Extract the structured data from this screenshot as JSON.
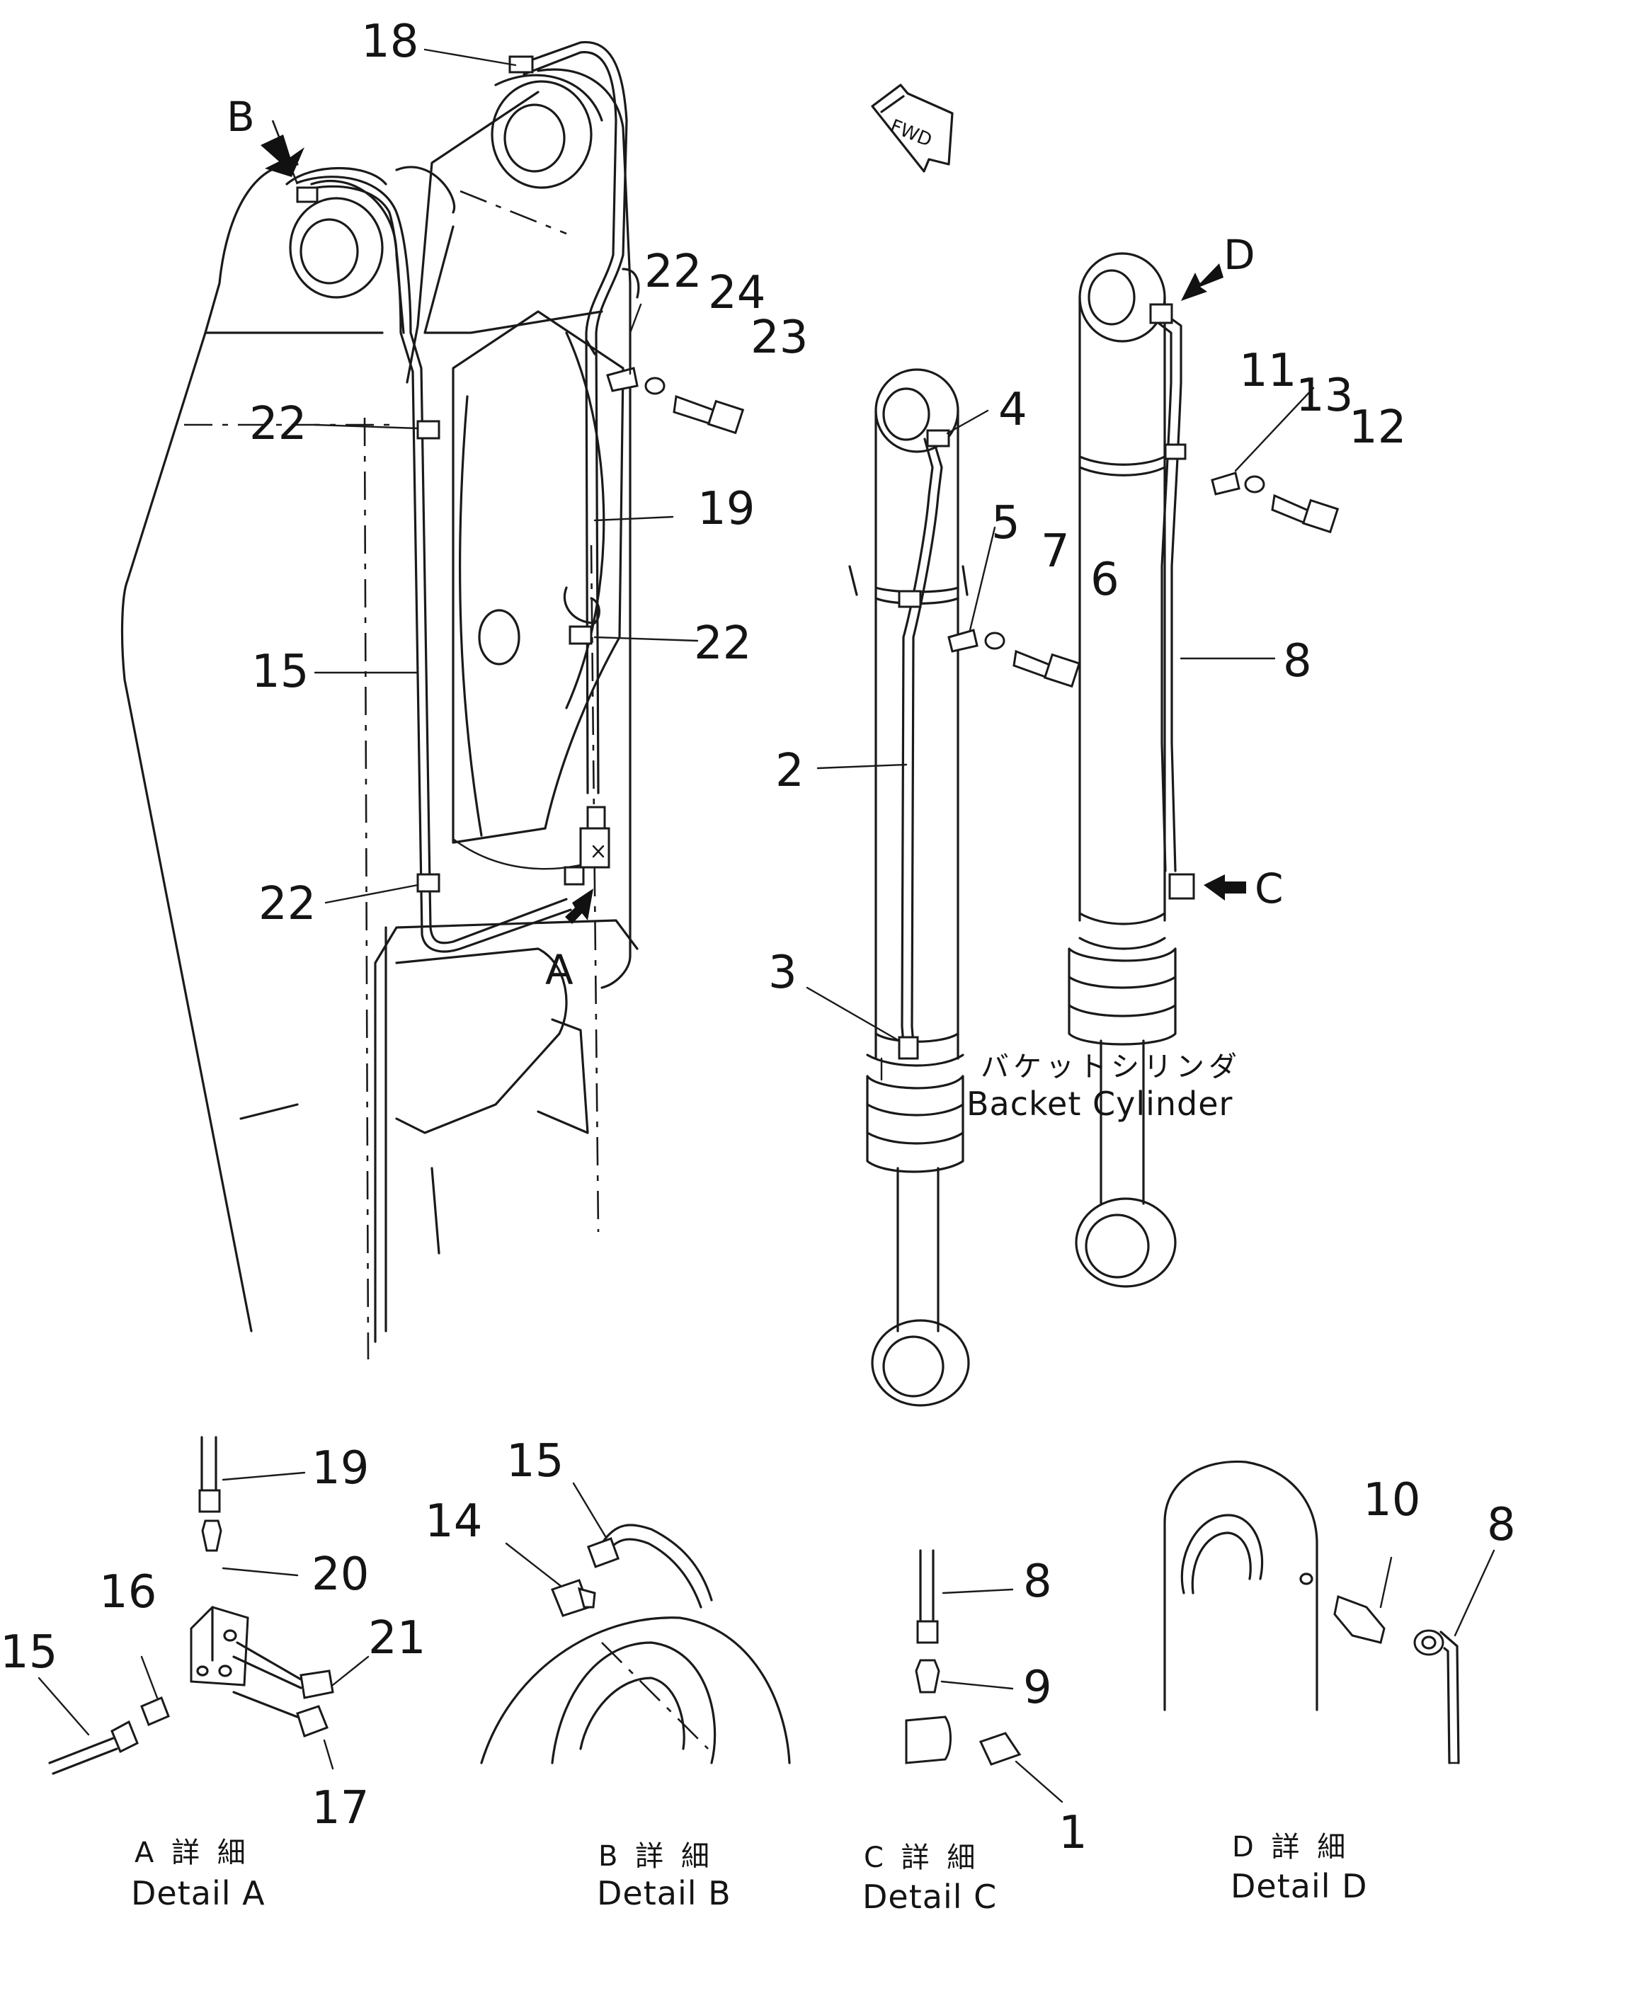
{
  "direction_badge": "FWD",
  "cylinder_label": {
    "jp": "バケットシリンダ",
    "en": "Backet Cylinder"
  },
  "detail_letters": {
    "A": "A",
    "B": "B",
    "C": "C",
    "D": "D"
  },
  "details": [
    {
      "jp": "A 詳 細",
      "en": "Detail A"
    },
    {
      "jp": "B 詳 細",
      "en": "Detail B"
    },
    {
      "jp": "C 詳 細",
      "en": "Detail C"
    },
    {
      "jp": "D 詳 細",
      "en": "Detail D"
    }
  ],
  "callouts": {
    "n18": "18",
    "n22a": "22",
    "n24": "24",
    "n23": "23",
    "n22b": "22",
    "n19": "19",
    "n22c": "22",
    "n15": "15",
    "n22d": "22",
    "n4": "4",
    "n5": "5",
    "n7": "7",
    "n6": "6",
    "n2": "2",
    "n3": "3",
    "n11": "11",
    "n13": "13",
    "n12": "12",
    "n8": "8",
    "dA19": "19",
    "dA20": "20",
    "dA21": "21",
    "dA16": "16",
    "dA15": "15",
    "dA17": "17",
    "dB15": "15",
    "dB14": "14",
    "dC8": "8",
    "dC9": "9",
    "dC1": "1",
    "dD10": "10",
    "dD8": "8"
  }
}
